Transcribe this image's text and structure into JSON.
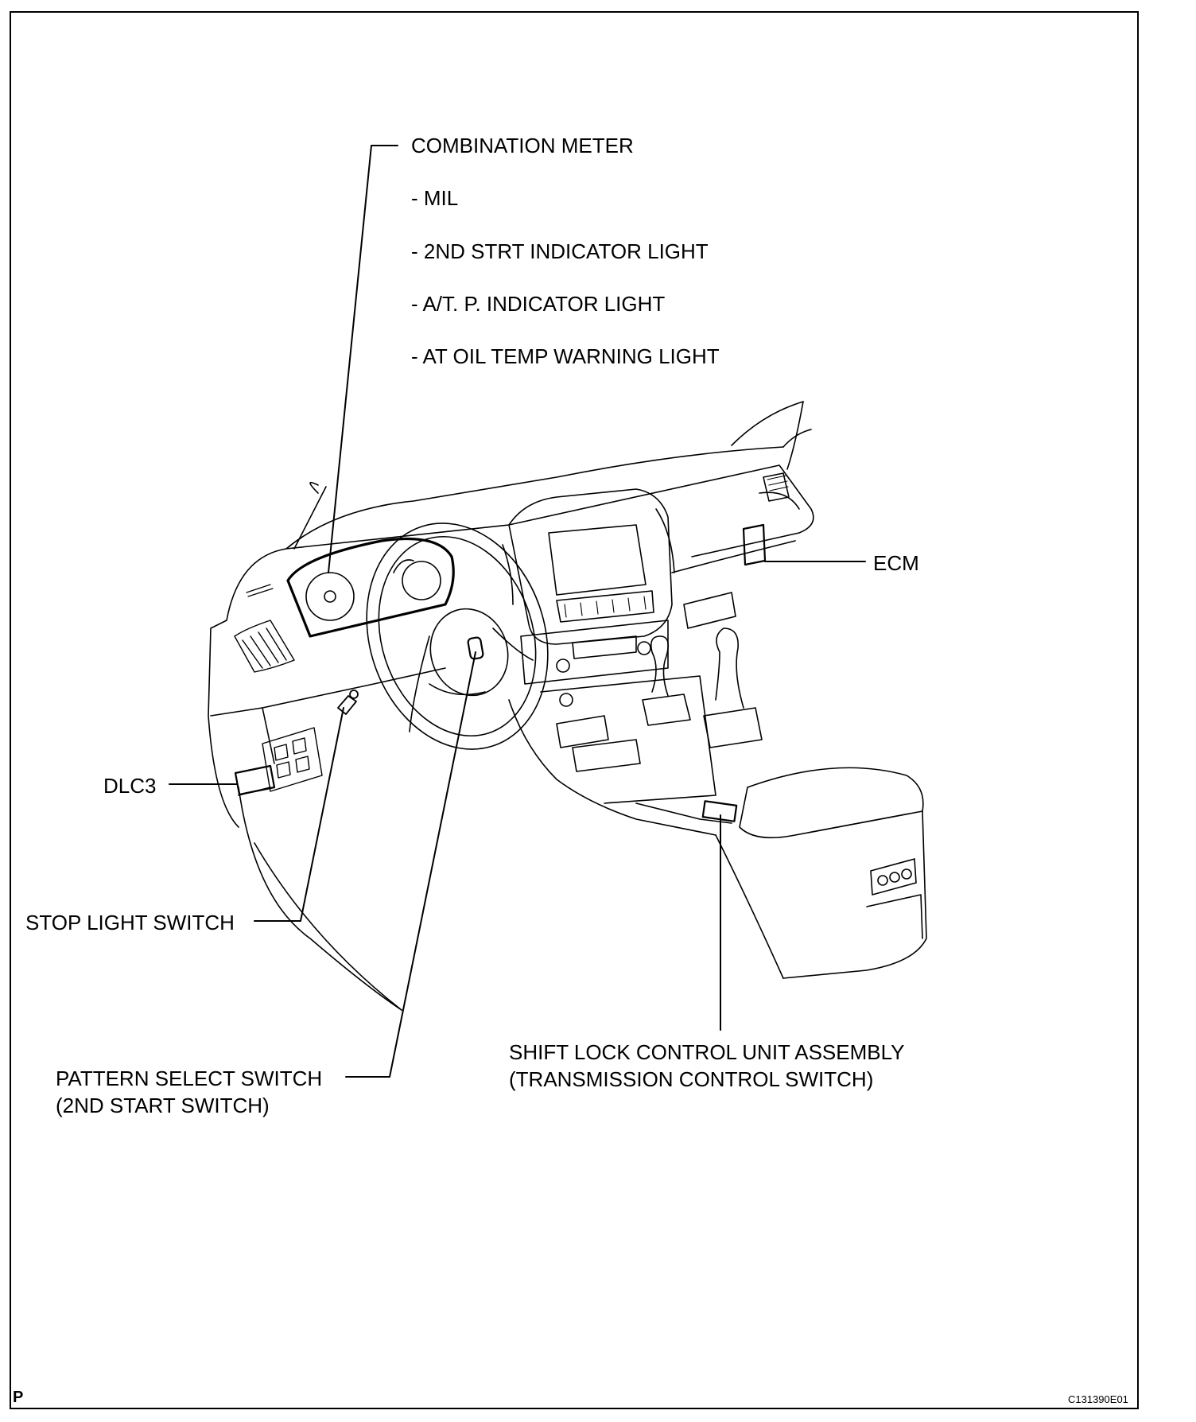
{
  "labels": {
    "combination_meter": "COMBINATION METER",
    "meter_items": [
      "- MIL",
      "- 2ND STRT INDICATOR LIGHT",
      "- A/T. P. INDICATOR LIGHT",
      "- AT OIL TEMP WARNING LIGHT"
    ],
    "ecm": "ECM",
    "dlc3": "DLC3",
    "stop_light_switch": "STOP LIGHT SWITCH",
    "pattern_select_switch": [
      "PATTERN SELECT SWITCH",
      "(2ND START SWITCH)"
    ],
    "shift_lock": [
      "SHIFT LOCK CONTROL UNIT ASSEMBLY",
      "(TRANSMISSION CONTROL SWITCH)"
    ]
  },
  "footer": {
    "corner_letter": "P",
    "figure_code": "C131390E01"
  }
}
